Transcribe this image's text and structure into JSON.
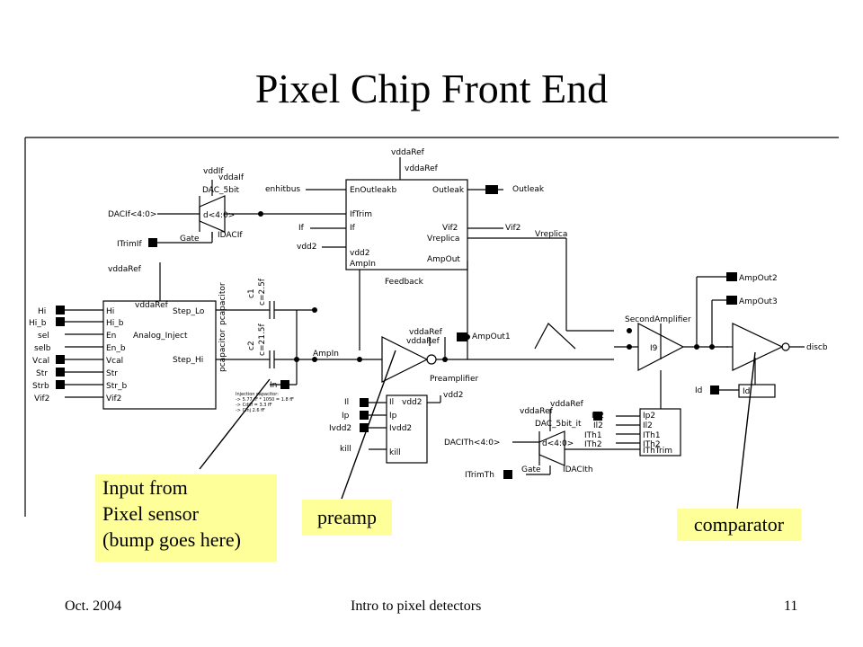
{
  "slide": {
    "title": "Pixel Chip Front End"
  },
  "footer": {
    "date": "Oct. 2004",
    "topic": "Intro to pixel detectors",
    "page": "11"
  },
  "callouts": {
    "input": [
      "Input from",
      "Pixel sensor",
      "(bump goes here)"
    ],
    "preamp": "preamp",
    "comparator": "comparator"
  },
  "schematic": {
    "dac1": {
      "name": "DAC_5bit",
      "port": "d<4:0>",
      "out": "IDACIf",
      "gate": "Gate",
      "vdd": "vddIf",
      "vdd2": "vddaIf"
    },
    "dac2": {
      "name": "DAC_5bit_it",
      "port": "d<4:0>",
      "out": "IDACIth",
      "gate": "Gate",
      "vdd": "vddaRef"
    },
    "feedback": {
      "name": "Feedback",
      "pins_left": [
        "EnOutleakb",
        "IfTrim",
        "If",
        "vdd2",
        "AmpIn"
      ],
      "pins_right": [
        "Outleak",
        "Vif2",
        "Vreplica",
        "AmpOut"
      ]
    },
    "inject": {
      "name": "Analog_Inject",
      "pins_left": [
        "Hi",
        "Hi_b",
        "En",
        "En_b",
        "Vcal",
        "Str",
        "Str_b",
        "Vif2"
      ],
      "pins_right": [
        "Step_Lo",
        "Step_Hi"
      ],
      "vdd": "vddaRef"
    },
    "bias": {
      "pins_left": [
        "Il",
        "Ip",
        "Ivdd2",
        "kill"
      ],
      "pin_right": "vdd2"
    },
    "thresh": {
      "pins": [
        "Ip2",
        "Il2",
        "ITh1",
        "ITh2",
        "IThTrim"
      ]
    },
    "ext_labels": {
      "vddaRef1": "vddaRef",
      "vddaRef2": "vddaRef",
      "vddaRef3": "vddaRef",
      "vddaRef4": "vddaRef",
      "enhitbus": "enhitbus",
      "If": "If",
      "vdd2a": "vdd2",
      "vdd2b": "vdd2",
      "DACIf": "DACIf<4:0>",
      "ITrimIf": "ITrimIf",
      "Outleak": "Outleak",
      "Vif2": "Vif2",
      "Vreplica": "Vreplica",
      "AmpOut1": "AmpOut1",
      "AmpOut2": "AmpOut2",
      "AmpOut3": "AmpOut3",
      "discb": "discb",
      "AmpIn": "AmpIn",
      "In": "In",
      "Id": "Id",
      "Il": "Il",
      "Ip": "Ip",
      "Ivdd2": "Ivdd2",
      "kill": "kill",
      "Ip2": "Ip2",
      "Il2": "Il2",
      "ITh1": "ITh1",
      "ITh2": "ITh2",
      "DACITh": "DACITh<4:0>",
      "ITrimTh": "ITrimTh",
      "Hi": "Hi",
      "Hi_b": "Hi_b",
      "sel": "sel",
      "selb": "selb",
      "Vcal": "Vcal",
      "Str": "Str",
      "Strb": "Strb",
      "Vif2b": "Vif2",
      "Preamplifier": "Preamplifier",
      "SecondAmplifier": "SecondAmplifier",
      "I9": "I9",
      "cap1": "pcapacitor",
      "cap2": "pcapacitor",
      "c1val": "c=2.5f",
      "c2val": "c=21.5f",
      "c1": "c1",
      "c2": "c2"
    },
    "note": [
      "Injection capacitor:",
      "-> 5.77 fF * 1050 = 1.8 fF",
      "-> Cdiff = 3.3 fF",
      "-> Cinj 2.6 fF"
    ]
  }
}
